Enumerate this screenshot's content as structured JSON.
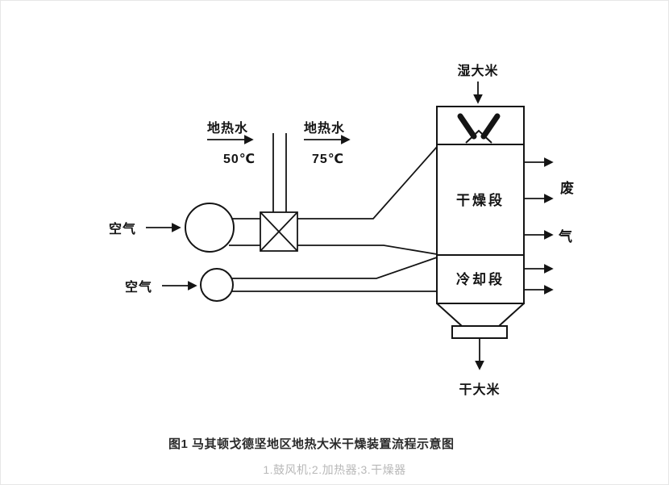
{
  "figure": {
    "caption": "图1 马其顿戈德坚地区地热大米干燥装置流程示意图",
    "legend": "1.鼓风机;2.加热器;3.干燥器"
  },
  "diagram": {
    "labels": {
      "wet_rice": "湿大米",
      "dry_rice": "干大米",
      "geothermal_water": "地热水",
      "temp_50": "50℃",
      "temp_75": "75℃",
      "air": "空气",
      "drying_section": "干燥段",
      "cooling_section": "冷却段",
      "waste": "废",
      "gas": "气"
    }
  }
}
